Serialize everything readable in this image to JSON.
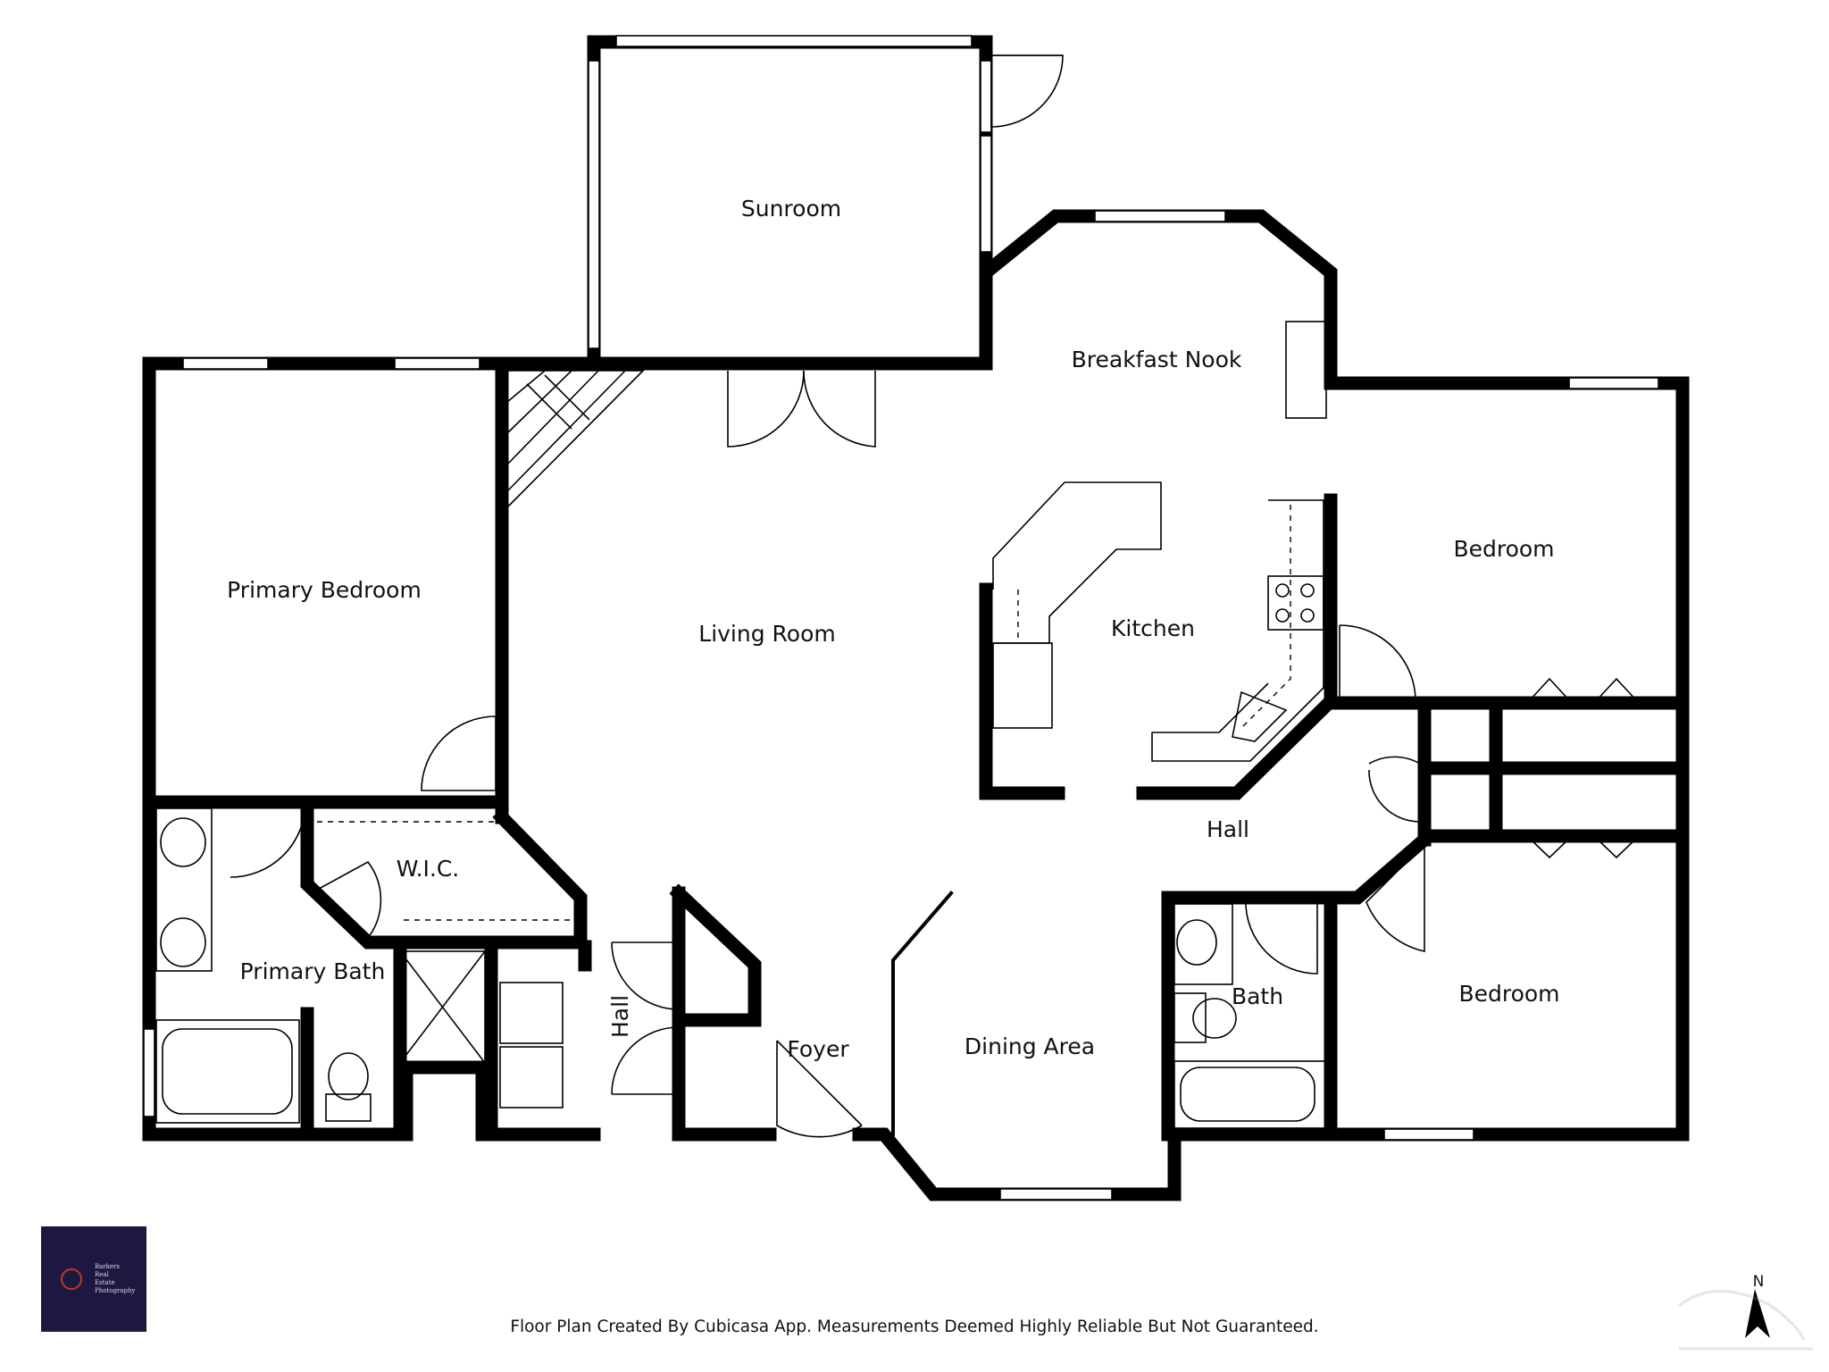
{
  "rooms": {
    "sunroom": "Sunroom",
    "breakfast_nook": "Breakfast Nook",
    "primary_bedroom": "Primary Bedroom",
    "living_room": "Living Room",
    "kitchen": "Kitchen",
    "bedroom_1": "Bedroom",
    "hall_main": "Hall",
    "wic": "W.I.C.",
    "primary_bath": "Primary Bath",
    "hall_small": "Hall",
    "foyer": "Foyer",
    "dining_area": "Dining Area",
    "bath": "Bath",
    "bedroom_2": "Bedroom"
  },
  "footer": {
    "disclaimer": "Floor Plan Created By Cubicasa App. Measurements Deemed Highly Reliable But Not Guaranteed."
  },
  "logo": {
    "line1": "Barkers",
    "line2": "Real",
    "line3": "Estate",
    "line4": "Photography",
    "bg_color": "#1c1840",
    "accent_color": "#c0392b"
  },
  "compass": {
    "label": "N"
  },
  "colors": {
    "wall": "#000000",
    "background": "#ffffff"
  }
}
